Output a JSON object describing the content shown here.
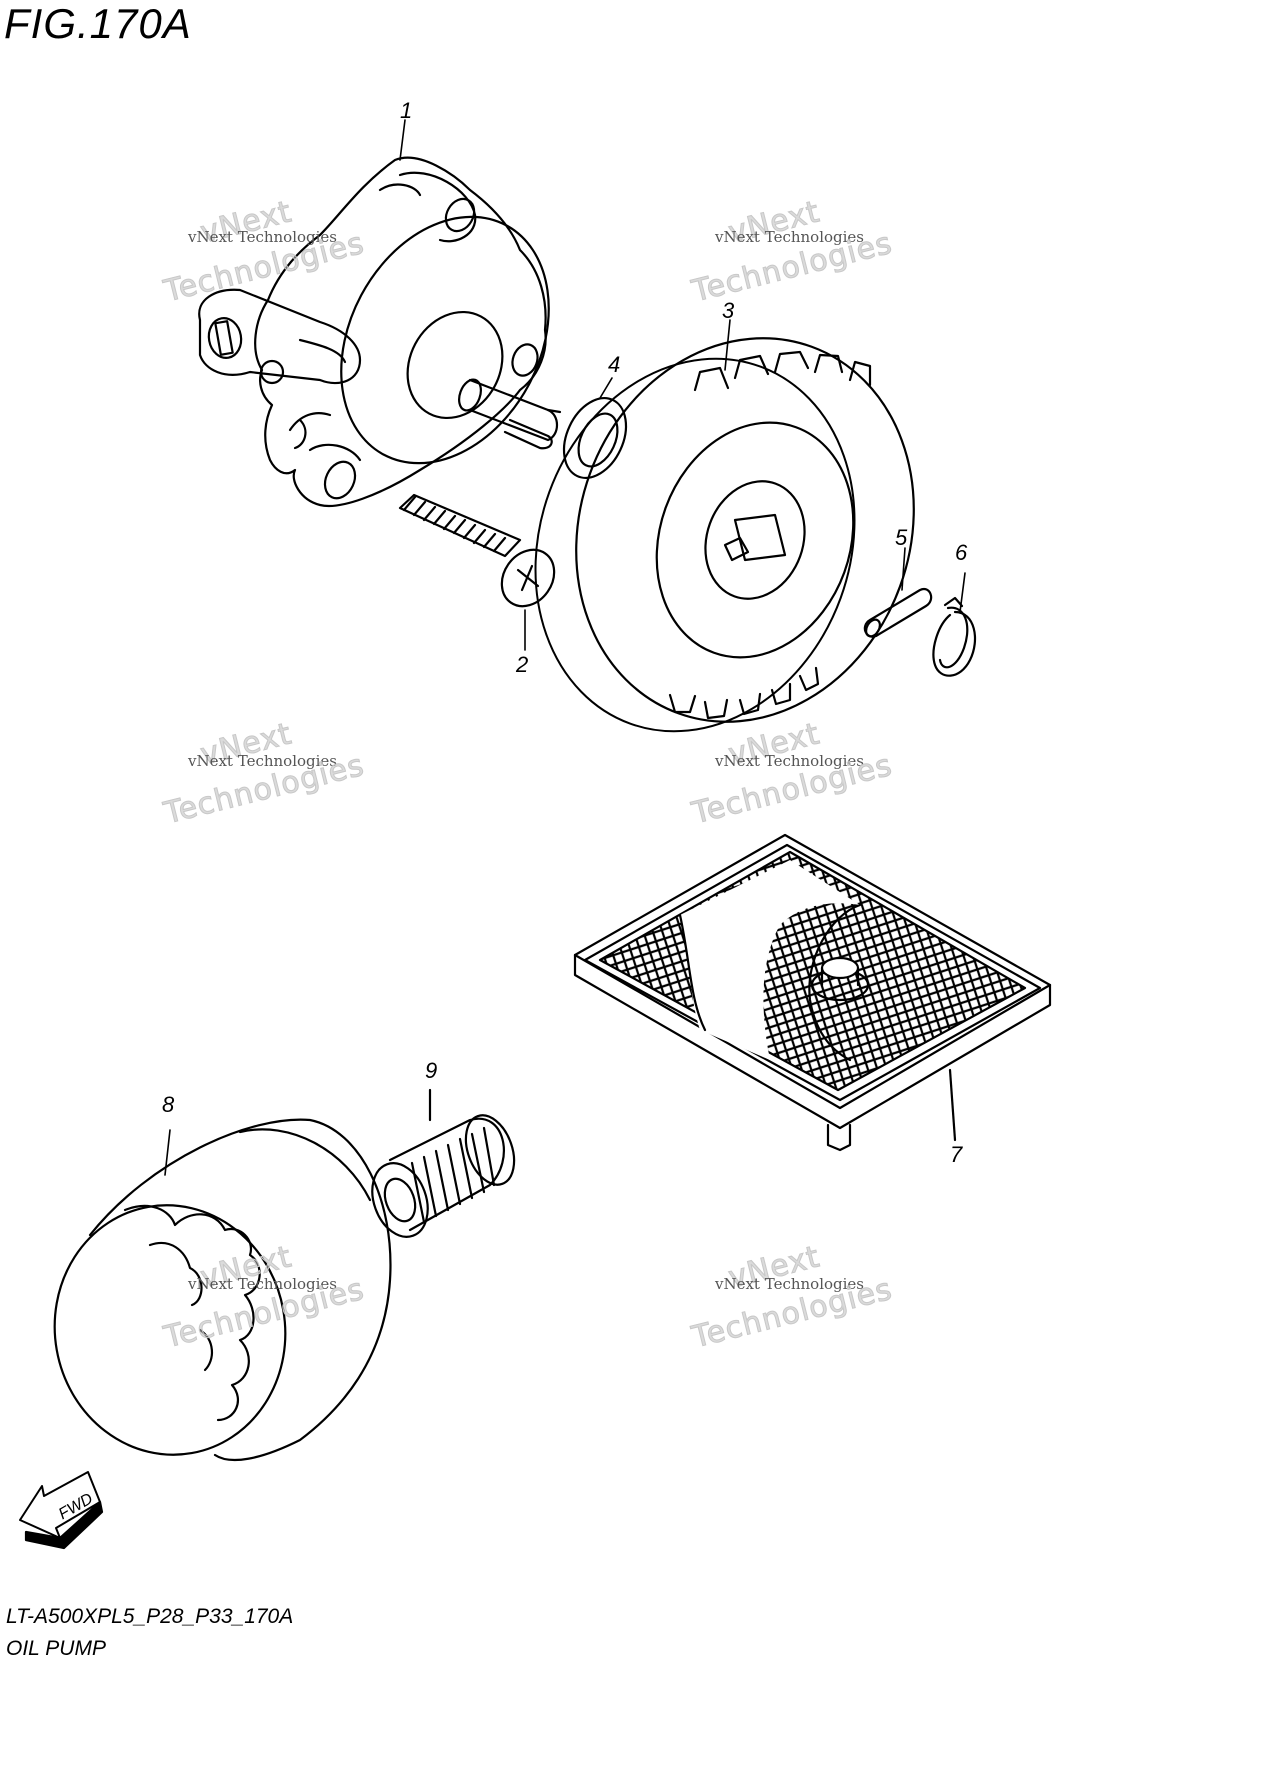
{
  "figure": {
    "title": "FIG.170A",
    "drawing_code": "LT-A500XPL5_P28_P33_170A",
    "section_name": "OIL PUMP",
    "fwd_label": "FWD"
  },
  "callouts": [
    "1",
    "2",
    "3",
    "4",
    "5",
    "6",
    "7",
    "8",
    "9"
  ],
  "watermark": {
    "line1": "vNext",
    "line2": "vNext Technologies",
    "line3": "Technologies"
  }
}
